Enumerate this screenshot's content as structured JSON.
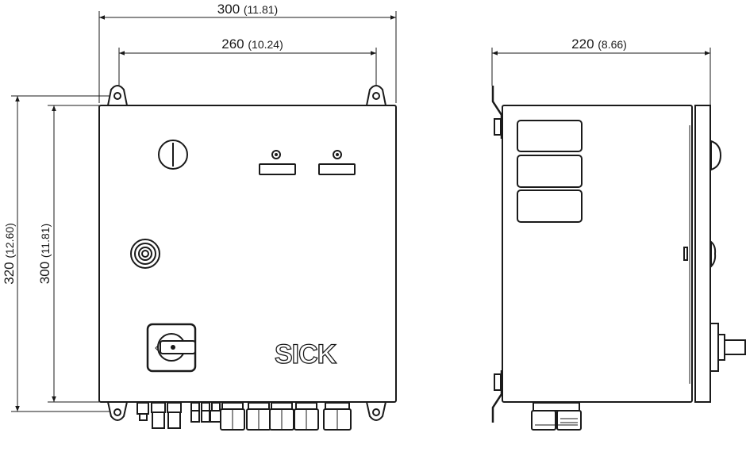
{
  "dimensions": {
    "front_width": {
      "value": "300",
      "inch": "(11.81)"
    },
    "mount_hole_spacing": {
      "value": "260",
      "inch": "(10.24)"
    },
    "depth": {
      "value": "220",
      "inch": "(8.66)"
    },
    "overall_height": {
      "value": "320",
      "inch": "(12.60)"
    },
    "housing_height": {
      "value": "300",
      "inch": "(11.81)"
    }
  },
  "logo": {
    "text": "SICK"
  }
}
